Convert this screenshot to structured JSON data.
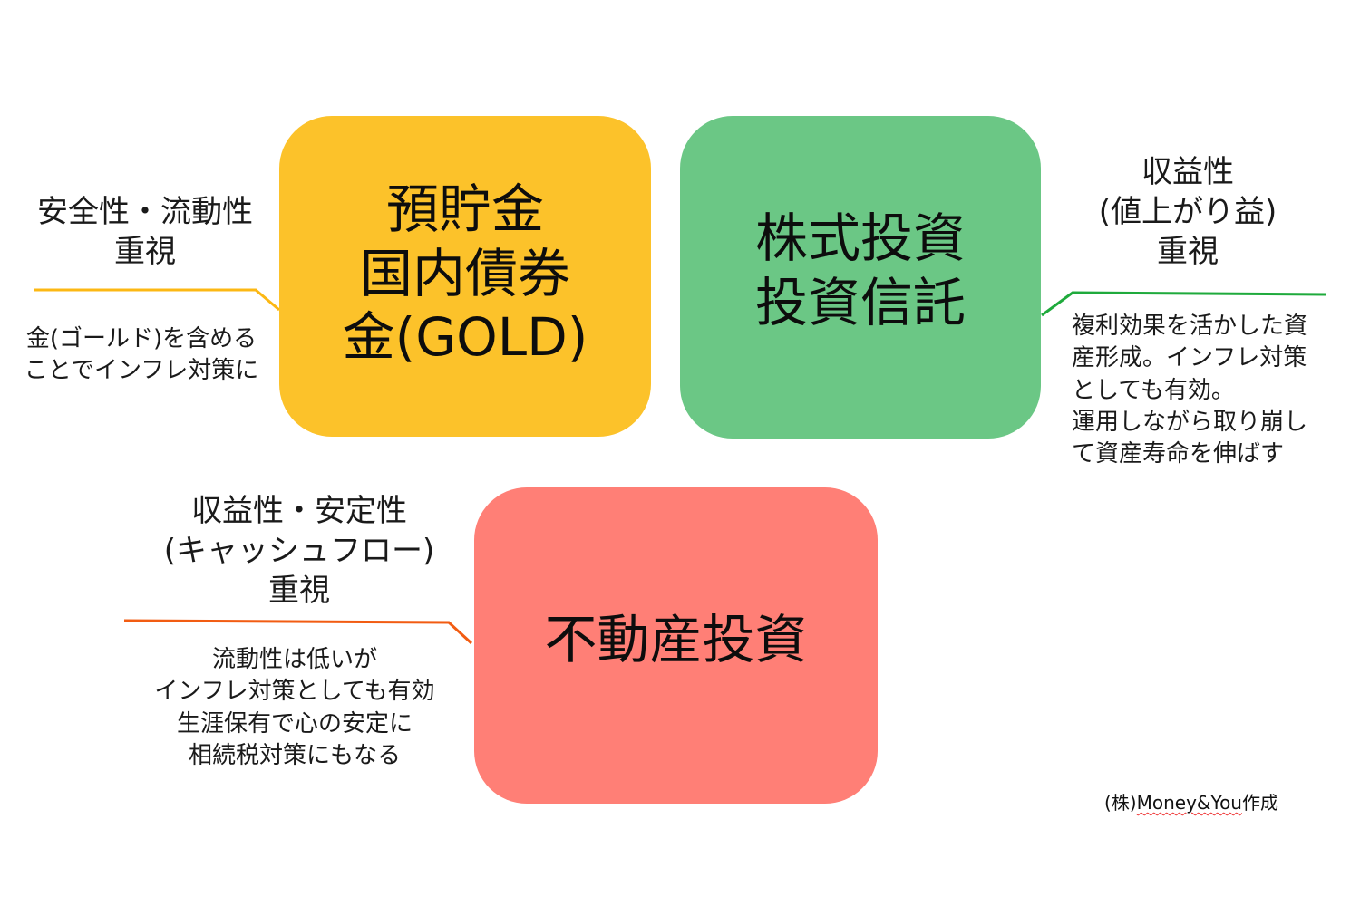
{
  "boxes": [
    {
      "id": "safety",
      "title": "預貯金\n国内債券\n金(GOLD)",
      "color": "#FCC22A",
      "heading": "安全性・流動性\n重視",
      "description": "金(ゴールド)を含める\nことでインフレ対策に",
      "line_color": "#FCB814"
    },
    {
      "id": "growth",
      "title": "株式投資\n投資信託",
      "color": "#6BC785",
      "heading": "収益性\n(値上がり益)\n重視",
      "description": "複利効果を活かした資\n産形成。インフレ対策\nとしても有効。\n運用しながら取り崩し\nて資産寿命を伸ばす",
      "line_color": "#1FAA3C"
    },
    {
      "id": "realestate",
      "title": "不動産投資",
      "color": "#FF7F76",
      "heading": "収益性・安定性\n(キャッシュフロー)\n重視",
      "description": "流動性は低いが\nインフレ対策としても有効\n生涯保有で心の安定に\n相続税対策にもなる",
      "line_color": "#F25C12"
    }
  ],
  "credit": {
    "prefix": "(株)",
    "company": "Money&You",
    "suffix": "作成"
  }
}
